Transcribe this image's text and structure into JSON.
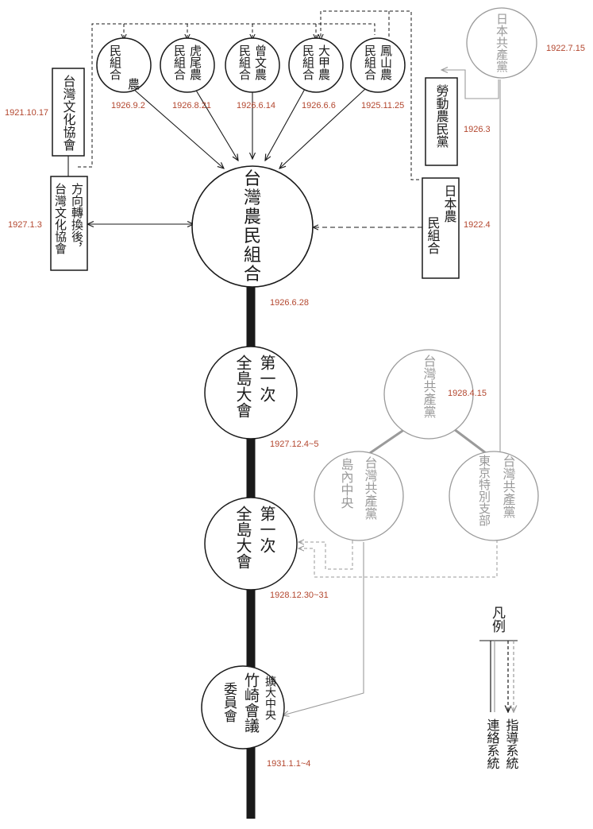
{
  "colors": {
    "ink": "#1a1a1a",
    "gray_ink": "#9a9a9a",
    "date": "#b3472f",
    "paper": "#ffffff",
    "trunk": "#1a1a1a"
  },
  "nodes": {
    "main": {
      "lines": [
        "台",
        "灣",
        "農",
        "民",
        "組",
        "合"
      ],
      "date": "1926.6.28"
    },
    "first_congress": {
      "col_right": "第一次",
      "col_left": "全島大會",
      "date": "1927.12.4~5"
    },
    "second_congress": {
      "col_right": "第一次",
      "col_left": "全島大會",
      "date": "1928.12.30~31"
    },
    "committee": {
      "col1": "擴大中央",
      "col2": "竹崎會議",
      "col3": "委員會",
      "date": "1931.1.1~4"
    }
  },
  "branches": [
    {
      "id": "feng-shan",
      "col_right": "鳳山農",
      "col_left": "民組合",
      "date": "1925.11.25"
    },
    {
      "id": "da-jia",
      "col_right": "大甲農",
      "col_left": "民組合",
      "date": "1926.6.6"
    },
    {
      "id": "zeng-wen",
      "col_right": "曾文農",
      "col_left": "民組合",
      "date": "1926.6.14"
    },
    {
      "id": "hu-wei",
      "col_right": "虎尾農",
      "col_left": "民組合",
      "date": "1926.8.21"
    },
    {
      "id": "min-zu-he",
      "col_right": "農",
      "col_left": "民組合",
      "date": "1926.9.2"
    }
  ],
  "boxes": {
    "culture_assoc": {
      "text": "台灣文化協會",
      "date": "1921.10.17"
    },
    "culture_assoc_after": {
      "col_right": "方向轉換後，",
      "col_left": "台灣文化協會",
      "date": "1927.1.3"
    },
    "labor_farmer_party": {
      "text": "勞動農民黨",
      "date": "1926.3"
    },
    "japan_farmer_union": {
      "col_right": "日本農",
      "col_left": "民組合",
      "date": "1922.4"
    }
  },
  "gray_nodes": {
    "japan_communist": {
      "text": "日本共產黨",
      "date": "1922.7.15"
    },
    "taiwan_communist": {
      "text": "台灣共產黨",
      "date": "1928.4.15"
    },
    "island_central": {
      "col_right": "台灣共產黨",
      "col_left": "島內中央"
    },
    "tokyo_branch": {
      "col_right": "台灣共產黨",
      "col_left": "東京特別支部"
    }
  },
  "legend": {
    "title": "凡例",
    "solid_label": "連絡系統",
    "dashed_label": "指導系統"
  }
}
